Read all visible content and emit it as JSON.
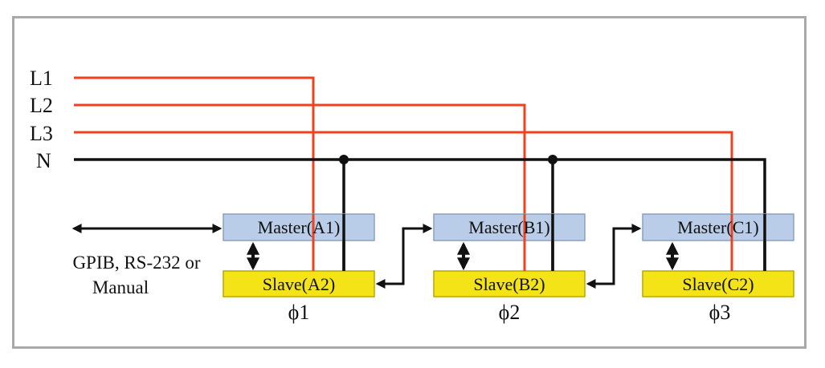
{
  "lines": {
    "l1": "L1",
    "l2": "L2",
    "l3": "L3",
    "n": "N"
  },
  "units": [
    {
      "master": "Master(A1)",
      "slave": "Slave(A2)",
      "phase": "ϕ1"
    },
    {
      "master": "Master(B1)",
      "slave": "Slave(B2)",
      "phase": "ϕ2"
    },
    {
      "master": "Master(C1)",
      "slave": "Slave(C2)",
      "phase": "ϕ3"
    }
  ],
  "control": {
    "line1": "GPIB, RS-232 or",
    "line2": "Manual"
  },
  "colors": {
    "phase_line": "#f0401e",
    "neutral_line": "#111111",
    "master_fill": "#b9cde8",
    "master_border": "#8aa0c0",
    "slave_fill": "#f4e417",
    "slave_border": "#b8a800",
    "frame_border": "#a9a9a9"
  }
}
